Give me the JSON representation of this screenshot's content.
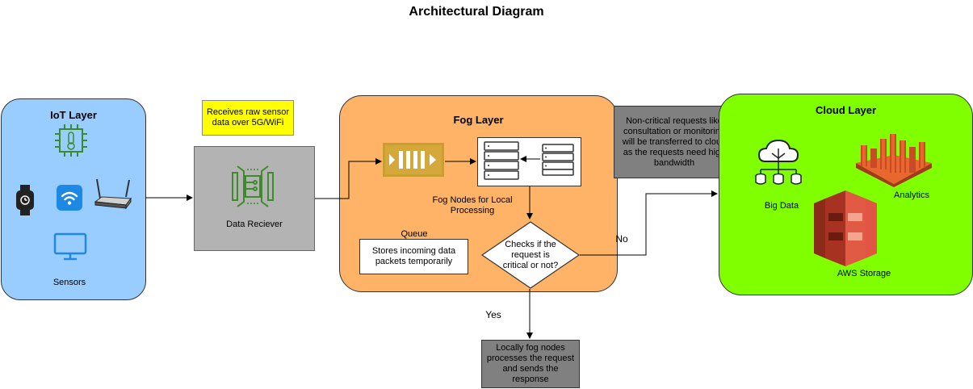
{
  "title": "Architectural Diagram",
  "iot": {
    "title": "IoT Layer",
    "sensors_label": "Sensors"
  },
  "note_raw": "Receives raw sensor data over 5G/WiFi",
  "receiver": {
    "label": "Data Reciever"
  },
  "fog": {
    "title": "Fog Layer",
    "nodes_label": "Fog Nodes for Local Processing",
    "queue_label": "Queue",
    "queue_note": "Stores incoming data packets temporarily",
    "decision": "Checks if the request is critical or not?",
    "no_label": "No",
    "yes_label": "Yes"
  },
  "noncritical_note": "Non-critical requests like consultation or monitoring will be transferred to cloud as the requests need high bandwidth",
  "local_note": "Locally fog nodes processes the request and sends the response",
  "cloud": {
    "title": "Cloud Layer",
    "bigdata_label": "Big Data",
    "analytics_label": "Analytics",
    "storage_label": "AWS Storage"
  },
  "colors": {
    "iot": "#99ccff",
    "fog": "#ffb366",
    "cloud": "#80ff00",
    "note": "#ffff00",
    "gray": "#808080"
  }
}
